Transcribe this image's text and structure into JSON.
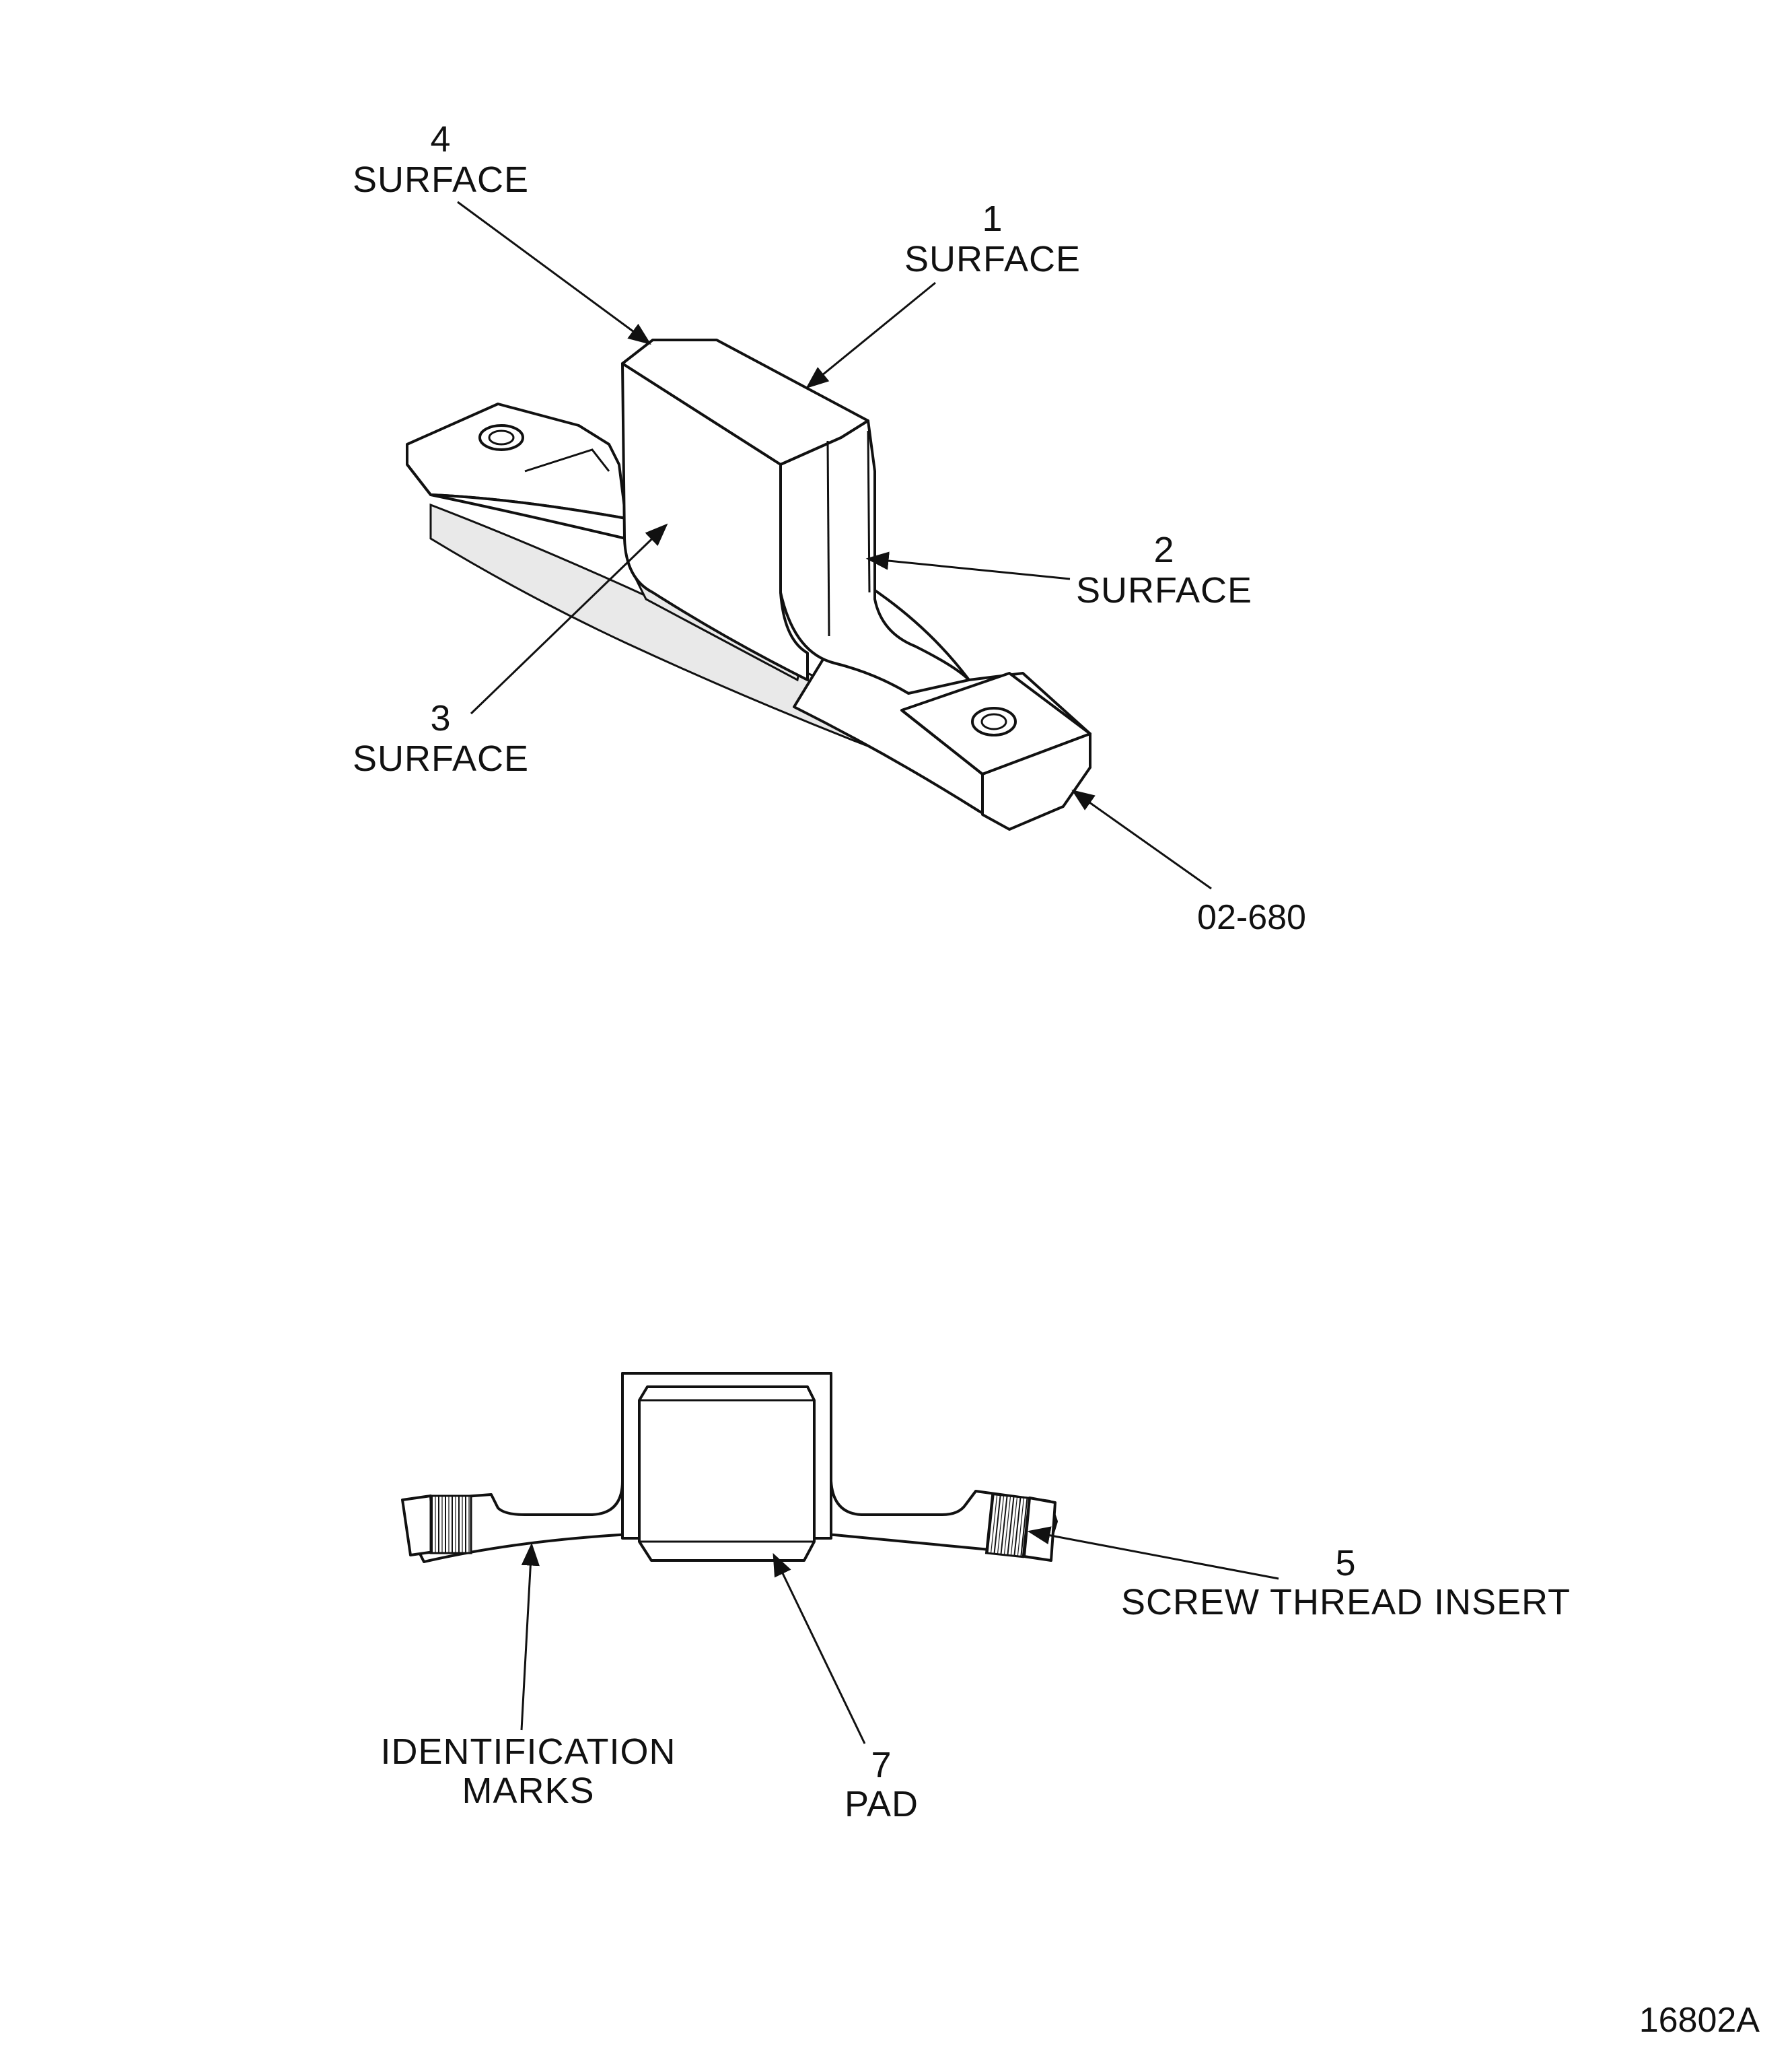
{
  "figure_number": "16802A",
  "callouts": {
    "c1": {
      "num": "1",
      "text": "SURFACE"
    },
    "c2": {
      "num": "2",
      "text": "SURFACE"
    },
    "c3": {
      "num": "3",
      "text": "SURFACE"
    },
    "c4": {
      "num": "4",
      "text": "SURFACE"
    },
    "part_ref": "02-680",
    "c5": {
      "num": "5",
      "text": "SCREW THREAD INSERT"
    },
    "c7": {
      "num": "7",
      "text": "PAD"
    },
    "ident": {
      "line1": "IDENTIFICATION",
      "line2": "MARKS"
    }
  }
}
